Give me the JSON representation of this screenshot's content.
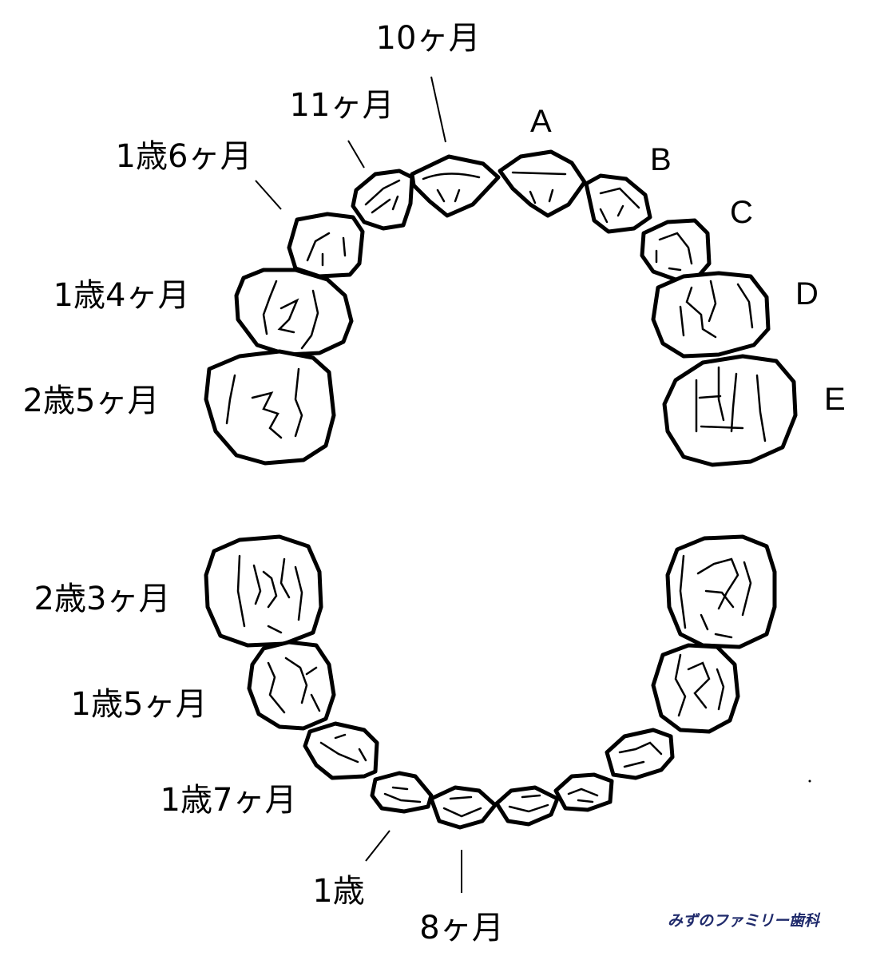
{
  "upper_labels": {
    "l10m": "10ヶ月",
    "l11m": "11ヶ月",
    "l1y6m": "1歳6ヶ月",
    "l1y4m": "1歳4ヶ月",
    "l2y5m": "2歳5ヶ月"
  },
  "tooth_letters": {
    "a": "A",
    "b": "B",
    "c": "C",
    "d": "D",
    "e": "E"
  },
  "lower_labels": {
    "l2y3m": "2歳3ヶ月",
    "l1y5m": "1歳5ヶ月",
    "l1y7m": "1歳7ヶ月",
    "l1y": "1歳",
    "l8m": "8ヶ月"
  },
  "brand": "みずのファミリー歯科",
  "colors": {
    "line": "#000000",
    "brand": "#1f2a6b"
  }
}
